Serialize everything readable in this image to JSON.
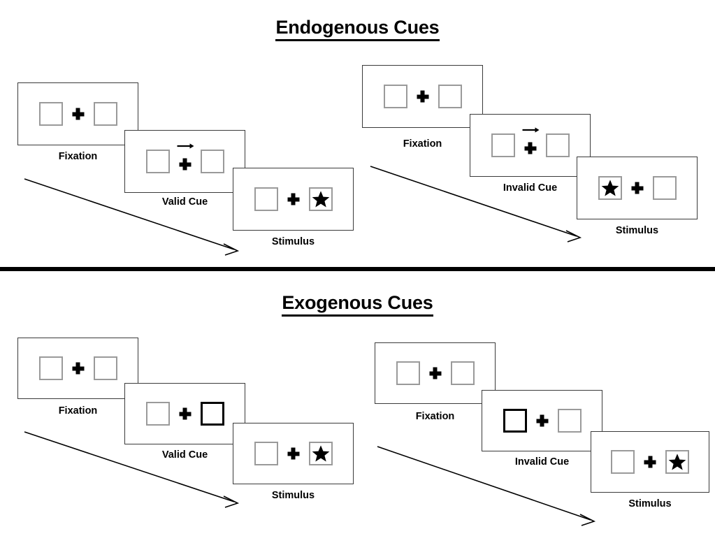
{
  "page": {
    "background": "#ffffff",
    "frame_border_color": "#3a3a3a",
    "slot_border_color": "#9a9a9a",
    "cued_slot_border_color": "#000000",
    "ink_color": "#000000"
  },
  "sections": [
    {
      "title": "Endogenous Cues",
      "groups": [
        {
          "name": "endogenous-valid",
          "frames": [
            {
              "caption": "Fixation",
              "left_slot": {
                "content": "empty",
                "cued": false
              },
              "right_slot": {
                "content": "empty",
                "cued": false
              },
              "center": {
                "fixation_cross": true,
                "arrow_cue": "none"
              }
            },
            {
              "caption": "Valid Cue",
              "left_slot": {
                "content": "empty",
                "cued": false
              },
              "right_slot": {
                "content": "empty",
                "cued": false
              },
              "center": {
                "fixation_cross": true,
                "arrow_cue": "right"
              }
            },
            {
              "caption": "Stimulus",
              "left_slot": {
                "content": "empty",
                "cued": false
              },
              "right_slot": {
                "content": "star",
                "cued": false
              },
              "center": {
                "fixation_cross": true,
                "arrow_cue": "none"
              }
            }
          ]
        },
        {
          "name": "endogenous-invalid",
          "frames": [
            {
              "caption": "Fixation",
              "left_slot": {
                "content": "empty",
                "cued": false
              },
              "right_slot": {
                "content": "empty",
                "cued": false
              },
              "center": {
                "fixation_cross": true,
                "arrow_cue": "none"
              }
            },
            {
              "caption": "Invalid Cue",
              "left_slot": {
                "content": "empty",
                "cued": false
              },
              "right_slot": {
                "content": "empty",
                "cued": false
              },
              "center": {
                "fixation_cross": true,
                "arrow_cue": "right"
              }
            },
            {
              "caption": "Stimulus",
              "left_slot": {
                "content": "star",
                "cued": false
              },
              "right_slot": {
                "content": "empty",
                "cued": false
              },
              "center": {
                "fixation_cross": true,
                "arrow_cue": "none"
              }
            }
          ]
        }
      ]
    },
    {
      "title": "Exogenous Cues",
      "groups": [
        {
          "name": "exogenous-valid",
          "frames": [
            {
              "caption": "Fixation",
              "left_slot": {
                "content": "empty",
                "cued": false
              },
              "right_slot": {
                "content": "empty",
                "cued": false
              },
              "center": {
                "fixation_cross": true,
                "arrow_cue": "none"
              }
            },
            {
              "caption": "Valid Cue",
              "left_slot": {
                "content": "empty",
                "cued": false
              },
              "right_slot": {
                "content": "empty",
                "cued": true
              },
              "center": {
                "fixation_cross": true,
                "arrow_cue": "none"
              }
            },
            {
              "caption": "Stimulus",
              "left_slot": {
                "content": "empty",
                "cued": false
              },
              "right_slot": {
                "content": "star",
                "cued": false
              },
              "center": {
                "fixation_cross": true,
                "arrow_cue": "none"
              }
            }
          ]
        },
        {
          "name": "exogenous-invalid",
          "frames": [
            {
              "caption": "Fixation",
              "left_slot": {
                "content": "empty",
                "cued": false
              },
              "right_slot": {
                "content": "empty",
                "cued": false
              },
              "center": {
                "fixation_cross": true,
                "arrow_cue": "none"
              }
            },
            {
              "caption": "Invalid Cue",
              "left_slot": {
                "content": "empty",
                "cued": true
              },
              "right_slot": {
                "content": "empty",
                "cued": false
              },
              "center": {
                "fixation_cross": true,
                "arrow_cue": "none"
              }
            },
            {
              "caption": "Stimulus",
              "left_slot": {
                "content": "empty",
                "cued": false
              },
              "right_slot": {
                "content": "star",
                "cued": false
              },
              "center": {
                "fixation_cross": true,
                "arrow_cue": "none"
              }
            }
          ]
        }
      ]
    }
  ],
  "labels": {
    "fixation": "Fixation",
    "valid_cue": "Valid Cue",
    "invalid_cue": "Invalid Cue",
    "stimulus": "Stimulus",
    "endogenous_title": "Endogenous Cues",
    "exogenous_title": "Exogenous Cues"
  }
}
